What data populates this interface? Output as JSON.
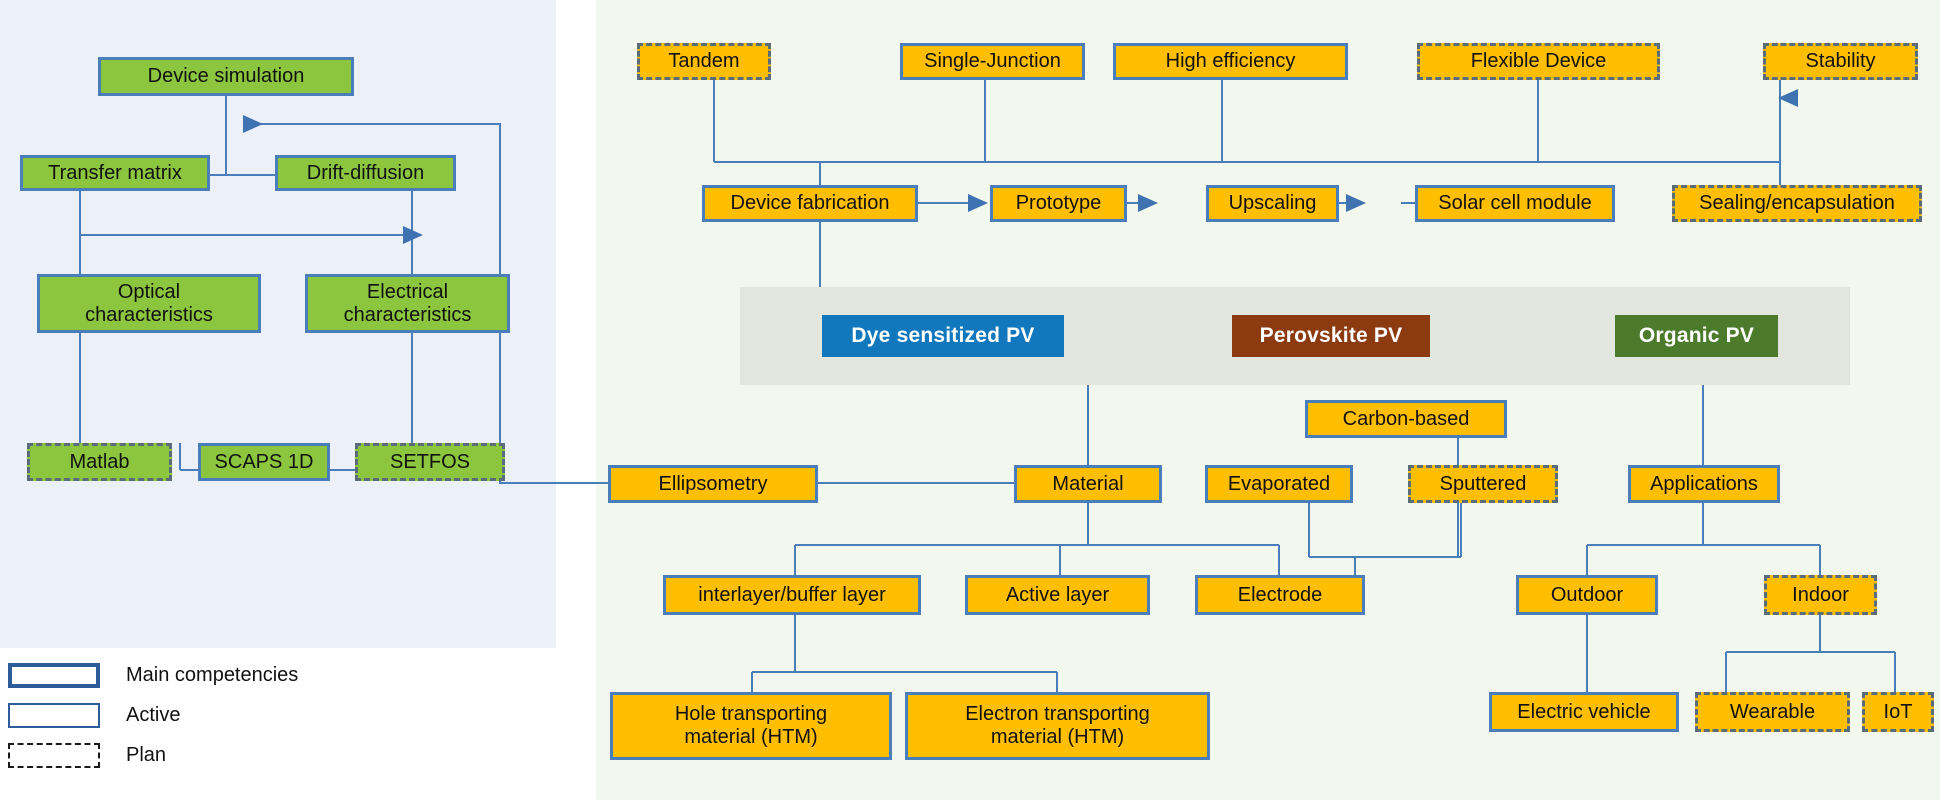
{
  "panels": {
    "left": {
      "name": "Device simulation competency panel",
      "bg": "#EBF0F9"
    },
    "right": {
      "name": "Photovoltaic technology competency panel",
      "bg": "#F2F8EE"
    },
    "pv_band_bg": "#E3E6DE"
  },
  "colors": {
    "green_node": "#8CC63E",
    "yellow_node": "#FFBF00",
    "node_border": "#4A7EBB",
    "plan_border": "#5A6B7A",
    "connector": "#4A7EBB",
    "dye_chip": "#1278BE",
    "perovskite_chip": "#8C3A10",
    "organic_chip": "#4C7B2C"
  },
  "left_panel": {
    "nodes": [
      {
        "id": "device-simulation",
        "label": "Device simulation",
        "style": "active"
      },
      {
        "id": "transfer-matrix",
        "label": "Transfer matrix",
        "style": "active"
      },
      {
        "id": "drift-diffusion",
        "label": "Drift-diffusion",
        "style": "active"
      },
      {
        "id": "optical-characteristics",
        "label": "Optical\ncharacteristics",
        "style": "active"
      },
      {
        "id": "electrical-characteristics",
        "label": "Electrical\ncharacteristics",
        "style": "active"
      },
      {
        "id": "matlab",
        "label": "Matlab",
        "style": "plan"
      },
      {
        "id": "scaps-1d",
        "label": "SCAPS 1D",
        "style": "active"
      },
      {
        "id": "setfos",
        "label": "SETFOS",
        "style": "plan"
      }
    ],
    "labels": {
      "device_simulation": "Device simulation",
      "transfer_matrix": "Transfer matrix",
      "drift_diffusion": "Drift-diffusion",
      "optical_characteristics_line1": "Optical",
      "optical_characteristics_line2": "characteristics",
      "electrical_characteristics_line1": "Electrical",
      "electrical_characteristics_line2": "characteristics",
      "matlab": "Matlab",
      "scaps": "SCAPS 1D",
      "setfos": "SETFOS"
    }
  },
  "right_panel": {
    "labels": {
      "tandem": "Tandem",
      "single_junction": "Single-Junction",
      "high_efficiency": "High efficiency",
      "flexible_device": "Flexible Device",
      "stability": "Stability",
      "device_fabrication": "Device fabrication",
      "prototype": "Prototype",
      "upscaling": "Upscaling",
      "solar_cell_module": "Solar cell module",
      "sealing_encapsulation": "Sealing/encapsulation",
      "dye_sensitized_pv": "Dye sensitized PV",
      "perovskite_pv": "Perovskite PV",
      "organic_pv": "Organic PV",
      "ellipsometry": "Ellipsometry",
      "material": "Material",
      "evaporated": "Evaporated",
      "carbon_based": "Carbon-based",
      "sputtered": "Sputtered",
      "applications": "Applications",
      "interlayer_buffer_layer": "interlayer/buffer layer",
      "active_layer": "Active layer",
      "electrode": "Electrode",
      "outdoor": "Outdoor",
      "indoor": "Indoor",
      "hole_transporting_line1": "Hole transporting",
      "hole_transporting_line2": "material (HTM)",
      "electron_transporting_line1": "Electron  transporting",
      "electron_transporting_line2": "material (HTM)",
      "electric_vehicle": "Electric vehicle",
      "wearable": "Wearable",
      "iot": "IoT"
    },
    "node_styles": {
      "tandem": "plan",
      "single_junction": "active",
      "high_efficiency": "active",
      "flexible_device": "plan",
      "stability": "plan",
      "device_fabrication": "active",
      "prototype": "active",
      "upscaling": "active",
      "solar_cell_module": "active",
      "sealing_encapsulation": "plan",
      "ellipsometry": "active",
      "material": "active",
      "evaporated": "active",
      "carbon_based": "active",
      "sputtered": "plan",
      "applications": "active",
      "interlayer_buffer_layer": "active",
      "active_layer": "active",
      "electrode": "active",
      "outdoor": "active",
      "indoor": "plan",
      "hole_transporting_material": "active",
      "electron_transporting_material": "active",
      "electric_vehicle": "active",
      "wearable": "plan",
      "iot": "plan"
    }
  },
  "legend": {
    "items": [
      {
        "id": "main-competencies",
        "label": "Main competencies",
        "border": "thick-solid"
      },
      {
        "id": "active",
        "label": "Active",
        "border": "thin-solid"
      },
      {
        "id": "plan",
        "label": "Plan",
        "border": "dashed"
      }
    ]
  }
}
